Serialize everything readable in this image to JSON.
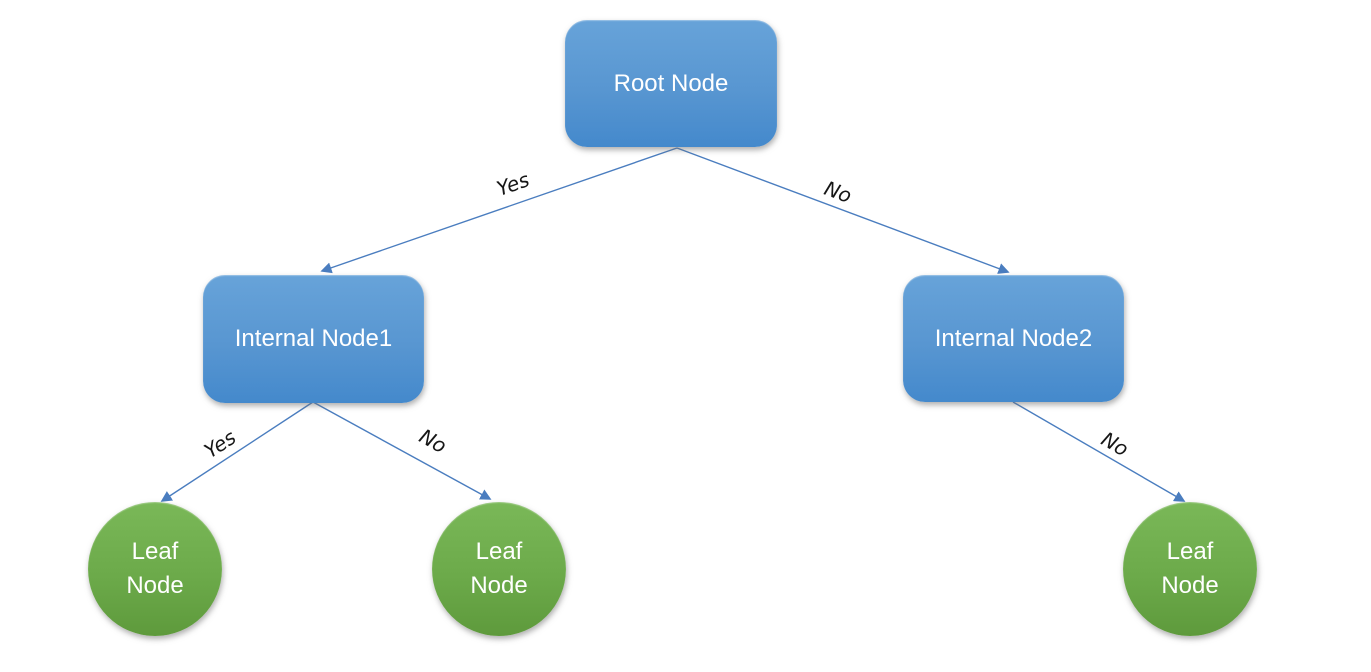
{
  "diagram": {
    "type": "decision-tree",
    "nodes": [
      {
        "id": "root",
        "label": "Root Node",
        "shape": "rounded-rect"
      },
      {
        "id": "internal1",
        "label": "Internal Node1",
        "shape": "rounded-rect"
      },
      {
        "id": "internal2",
        "label": "Internal Node2",
        "shape": "rounded-rect"
      },
      {
        "id": "leaf1",
        "label": "Leaf Node",
        "shape": "circle"
      },
      {
        "id": "leaf2",
        "label": "Leaf Node",
        "shape": "circle"
      },
      {
        "id": "leaf3",
        "label": "Leaf Node",
        "shape": "circle"
      }
    ],
    "edges": [
      {
        "from": "root",
        "to": "internal1",
        "label": "Yes"
      },
      {
        "from": "root",
        "to": "internal2",
        "label": "No"
      },
      {
        "from": "internal1",
        "to": "leaf1",
        "label": "Yes"
      },
      {
        "from": "internal1",
        "to": "leaf2",
        "label": "No"
      },
      {
        "from": "internal2",
        "to": "leaf3",
        "label": "No"
      }
    ],
    "colors": {
      "branch_node_top": "#67a3d9",
      "branch_node_bottom": "#4489cc",
      "leaf_node_top": "#7ab858",
      "leaf_node_bottom": "#5e9a3c",
      "connector": "#4a7dbf",
      "node_text": "#ffffff",
      "edge_label_text": "#161616",
      "background": "#ffffff"
    }
  }
}
